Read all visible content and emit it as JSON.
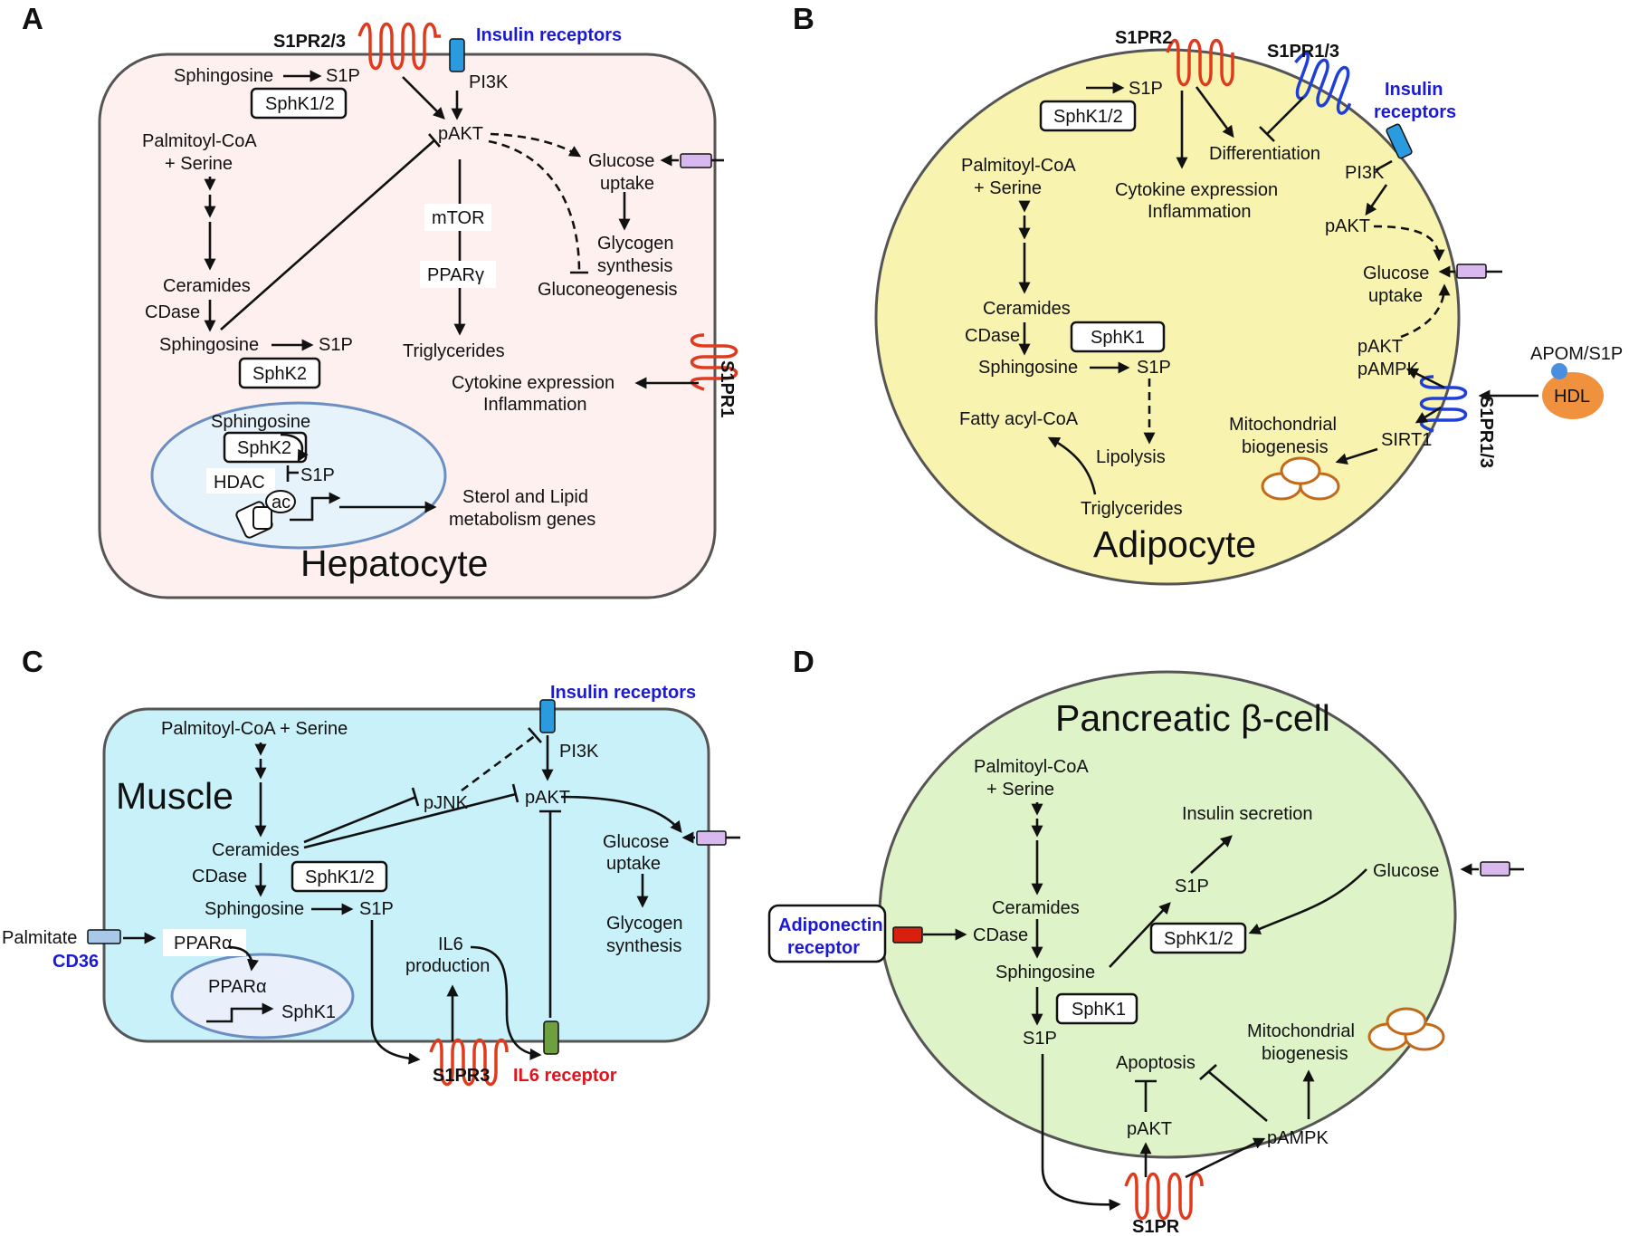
{
  "panels": {
    "A": {
      "letter": "A",
      "cell_title": "Hepatocyte",
      "colors": {
        "cell_fill": "#fdf0ef",
        "nucleus_fill": "#e7f3fb",
        "receptor": "#e03a1c",
        "insulin_receptor": "#2b9be0",
        "transporter": "#d9b8f0"
      },
      "labels": {
        "s1pr23": "S1PR2/3",
        "insulin_receptors": "Insulin receptors",
        "sphingosine_top": "Sphingosine",
        "s1p_top": "S1P",
        "sphk12": "SphK1/2",
        "pi3k": "PI3K",
        "pakt": "pAKT",
        "palmitoyl": "Palmitoyl-CoA",
        "serine": "+ Serine",
        "glucose": "Glucose",
        "uptake": "uptake",
        "mtor": "mTOR",
        "glycogen": "Glycogen",
        "synthesis": "synthesis",
        "ceramides": "Ceramides",
        "ppary": "PPARγ",
        "gluconeogenesis": "Gluconeogenesis",
        "cdase": "CDase",
        "sphingosine_mid": "Sphingosine",
        "s1p_mid": "S1P",
        "triglycerides": "Triglycerides",
        "sphk2": "SphK2",
        "cytokine": "Cytokine expression",
        "inflammation": "Inflammation",
        "s1pr1": "S1PR1",
        "sphingosine_nuc": "Sphingosine",
        "sphk2_nuc": "SphK2",
        "hdac": "HDAC",
        "s1p_nuc": "S1P",
        "ac": "ac",
        "sterol": "Sterol and Lipid",
        "metabolism": "metabolism genes"
      }
    },
    "B": {
      "letter": "B",
      "cell_title": "Adipocyte",
      "colors": {
        "cell_fill": "#f8f4b0",
        "s1pr2": "#e03a1c",
        "s1pr13": "#1e3fd8",
        "hdl": "#f0913e",
        "apom": "#4a8ee0",
        "mito": "#c26a1a"
      },
      "labels": {
        "s1pr2": "S1PR2",
        "s1pr13_top": "S1PR1/3",
        "s1p_top": "S1P",
        "insulin": "Insulin",
        "receptors": "receptors",
        "sphk12": "SphK1/2",
        "differentiation": "Differentiation",
        "palmitoyl": "Palmitoyl-CoA",
        "serine": "+ Serine",
        "pi3k": "PI3K",
        "cytokine": "Cytokine expression",
        "inflammation": "Inflammation",
        "pakt_top": "pAKT",
        "glucose": "Glucose",
        "uptake": "uptake",
        "ceramides": "Ceramides",
        "cdase": "CDase",
        "sphk1": "SphK1",
        "pakt_low": "pAKT",
        "pampk": "pAMPK",
        "apom": "APOM/S1P",
        "sphingosine": "Sphingosine",
        "s1p_mid": "S1P",
        "hdl": "HDL",
        "fatty": "Fatty acyl-CoA",
        "s1pr13_side": "S1PR1/3",
        "mito": "Mitochondrial",
        "biogenesis": "biogenesis",
        "lipolysis": "Lipolysis",
        "sirt1": "SIRT1",
        "triglycerides": "Triglycerides"
      }
    },
    "C": {
      "letter": "C",
      "cell_title": "Muscle",
      "colors": {
        "cell_fill": "#c9f1fa",
        "nucleus_fill": "#e9f0fb",
        "cd36": "#a8c8e8",
        "il6r": "#6ea040"
      },
      "labels": {
        "insulin_receptors": "Insulin receptors",
        "palmitoyl_serine": "Palmitoyl-CoA + Serine",
        "pi3k": "PI3K",
        "pjnk": "pJNK",
        "pakt": "pAKT",
        "ceramides": "Ceramides",
        "glucose": "Glucose",
        "uptake": "uptake",
        "cdase": "CDase",
        "sphk12": "SphK1/2",
        "sphingosine": "Sphingosine",
        "s1p": "S1P",
        "glycogen": "Glycogen",
        "synthesis": "synthesis",
        "palmitate": "Palmitate",
        "cd36": "CD36",
        "pparа_out": "PPARα",
        "il6": "IL6",
        "production": "production",
        "pparа_in": "PPARα",
        "sphk1": "SphK1",
        "s1pr3": "S1PR3",
        "il6r": "IL6 receptor"
      }
    },
    "D": {
      "letter": "D",
      "cell_title": "Pancreatic β-cell",
      "colors": {
        "cell_fill": "#dff3c8",
        "adipo_receptor": "#d9200e"
      },
      "labels": {
        "palmitoyl": "Palmitoyl-CoA",
        "serine": "+ Serine",
        "insulin_secretion": "Insulin secretion",
        "glucose": "Glucose",
        "s1p_top": "S1P",
        "ceramides": "Ceramides",
        "adiponectin": "Adiponectin",
        "receptor": "receptor",
        "cdase": "CDase",
        "sphk12": "SphK1/2",
        "sphingosine": "Sphingosine",
        "sphk1": "SphK1",
        "s1p_mid": "S1P",
        "mito": "Mitochondrial",
        "biogenesis": "biogenesis",
        "apoptosis": "Apoptosis",
        "pakt": "pAKT",
        "pampk": "pAMPK",
        "s1pr": "S1PR"
      }
    }
  }
}
